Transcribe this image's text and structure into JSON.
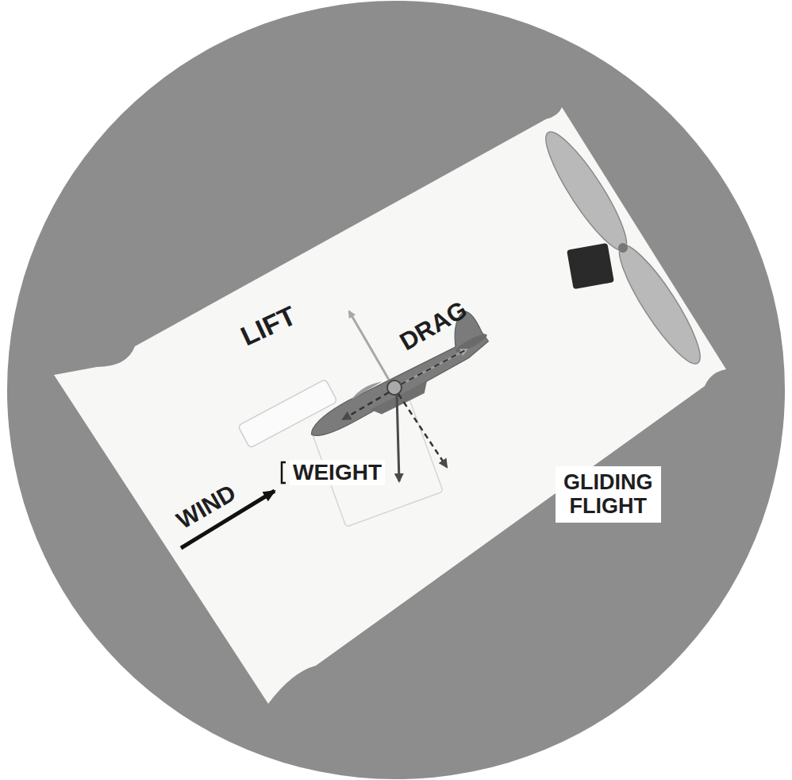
{
  "diagram": {
    "title": "GLIDING FLIGHT",
    "labels": [
      "LIFT",
      "DRAG",
      "WEIGHT",
      "WIND"
    ]
  }
}
